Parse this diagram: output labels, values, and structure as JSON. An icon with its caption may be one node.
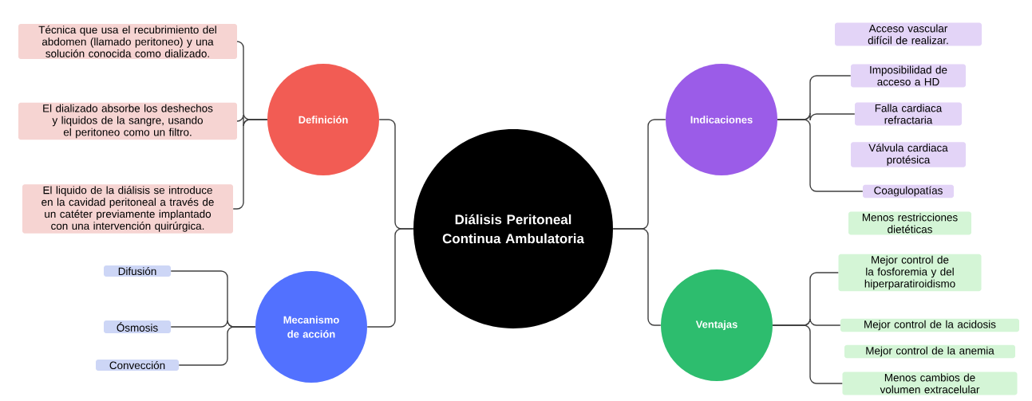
{
  "diagram": {
    "nodes": [
      {
        "text": [
          "Diálisis Peritoneal Continua Ambulatoria"
        ]
      },
      {
        "text": [
          "Definición"
        ]
      },
      {
        "text": [
          "Técnica que usa el recubrimiento del abdomen (llamado peritoneo) y una solución conocida como dializado."
        ]
      },
      {
        "text": [
          "El dializado absorbe los deshechos y liquidos de la sangre, usando el peritoneo como un filtro."
        ]
      },
      {
        "text": [
          "El liquido de la diálisis se introduce en la cavidad peritoneal a través de un catéter previamente implantado con una intervención quirúrgica."
        ]
      },
      {
        "text": [
          "Mecanismo de acción"
        ]
      },
      {
        "text": [
          "Difusión"
        ]
      },
      {
        "text": [
          "Ósmosis"
        ]
      },
      {
        "text": [
          "Convección"
        ]
      },
      {
        "text": [
          "Indicaciones"
        ]
      },
      {
        "text": [
          "Acceso vascular difícil de realizar."
        ]
      },
      {
        "text": [
          "Imposibilidad de acceso a HD"
        ]
      },
      {
        "text": [
          "Falla cardiaca refractaria"
        ]
      },
      {
        "text": [
          "Válvula cardiaca protésica"
        ]
      },
      {
        "text": [
          "Coagulopatías"
        ]
      },
      {
        "text": [
          "Ventajas"
        ]
      },
      {
        "text": [
          "Menos restricciones dietéticas"
        ]
      },
      {
        "text": [
          "Mejor control de la fosforemia y del hiperparatiroidismo"
        ]
      },
      {
        "text": [
          "Mejor control de la acidosis"
        ]
      },
      {
        "text": [
          "Mejor control de la anemia"
        ]
      },
      {
        "text": [
          "Menos cambios de volumen extracelular"
        ]
      }
    ],
    "edges": [
      {
        "from": 0,
        "to": 1,
        "arrow": "none"
      },
      {
        "from": 0,
        "to": 5,
        "arrow": "none"
      },
      {
        "from": 0,
        "to": 9,
        "arrow": "none"
      },
      {
        "from": 0,
        "to": 15,
        "arrow": "none"
      },
      {
        "from": 1,
        "to": 2,
        "arrow": "none"
      },
      {
        "from": 1,
        "to": 3,
        "arrow": "none"
      },
      {
        "from": 1,
        "to": 4,
        "arrow": "none"
      },
      {
        "from": 5,
        "to": 6,
        "arrow": "none"
      },
      {
        "from": 5,
        "to": 7,
        "arrow": "none"
      },
      {
        "from": 5,
        "to": 8,
        "arrow": "none"
      },
      {
        "from": 9,
        "to": 11,
        "arrow": "none"
      },
      {
        "from": 9,
        "to": 12,
        "arrow": "none"
      },
      {
        "from": 9,
        "to": 14,
        "arrow": "none"
      },
      {
        "from": 15,
        "to": 17,
        "arrow": "none"
      },
      {
        "from": 15,
        "to": 18,
        "arrow": "none"
      },
      {
        "from": 15,
        "to": 20,
        "arrow": "none"
      }
    ]
  }
}
